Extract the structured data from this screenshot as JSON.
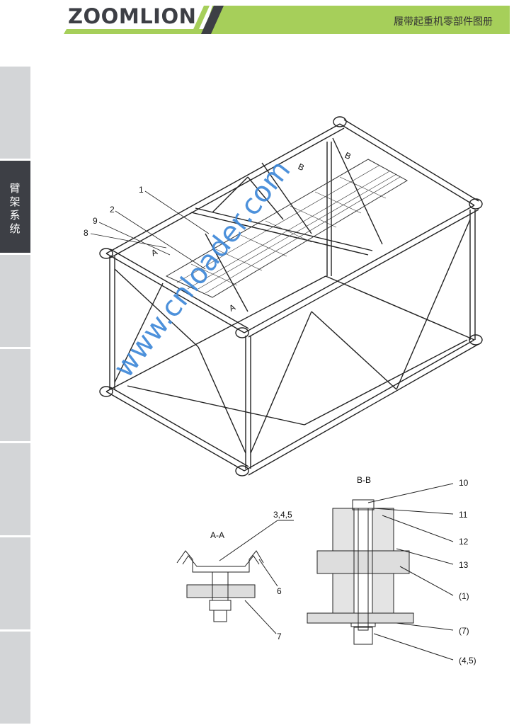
{
  "header": {
    "brand": "ZOOMLION",
    "book_title": "履带起重机零部件图册",
    "accent": "#a6cf5a"
  },
  "side_tabs": [
    {
      "label": ""
    },
    {
      "label": "臂架系统",
      "active": true
    },
    {
      "label": ""
    },
    {
      "label": ""
    },
    {
      "label": ""
    },
    {
      "label": ""
    },
    {
      "label": ""
    }
  ],
  "drawing": {
    "callouts_main": [
      "1",
      "2",
      "9",
      "8"
    ],
    "section_marks": [
      "A",
      "A",
      "B",
      "B"
    ],
    "section_aa": {
      "title": "A-A",
      "callouts": [
        "3,4,5",
        "6",
        "7"
      ]
    },
    "section_bb": {
      "title": "B-B",
      "callouts": [
        "10",
        "11",
        "12",
        "13",
        "(1)",
        "(7)",
        "(4,5)"
      ]
    }
  },
  "watermark": "www.cnloader.com"
}
